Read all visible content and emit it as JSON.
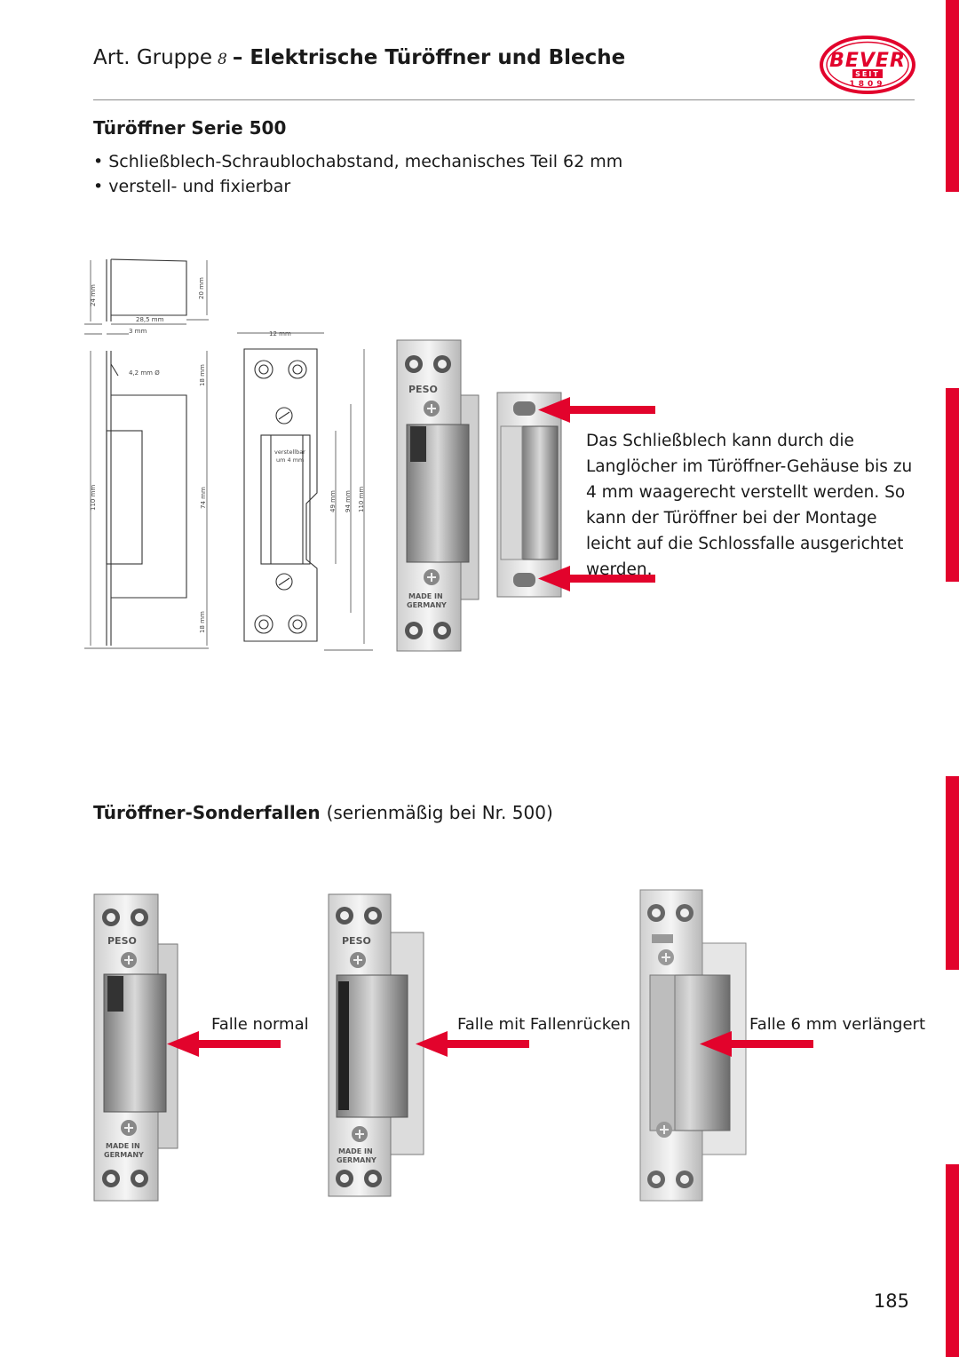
{
  "header": {
    "prefix": "Art. Gruppe",
    "group_number": "8",
    "title": "– Elektrische Türöffner und Bleche"
  },
  "logo": {
    "brand": "BEVER",
    "since_label": "SEIT",
    "year": "1809"
  },
  "series": {
    "heading": "Türöffner Serie 500",
    "bullets": [
      "Schließblech-Schraublochabstand, mechanisches Teil 62 mm",
      "verstell- und fixierbar"
    ]
  },
  "drawing": {
    "d24": "24 mm",
    "d20": "20 mm",
    "d285": "28,5 mm",
    "d3": "3 mm",
    "d12": "12 mm",
    "d42": "4,2 mm Ø",
    "d18a": "18 mm",
    "d18b": "18 mm",
    "d110a": "110 mm",
    "d74": "74 mm",
    "d49": "49 mm",
    "d94": "94 mm",
    "d110b": "110 mm",
    "adjust1": "verstellbar",
    "adjust2": "um 4 mm"
  },
  "photo_labels": {
    "brand": "PESO",
    "made1": "MADE IN",
    "made2": "GERMANY"
  },
  "description": "Das Schließblech kann durch die Langlöcher im Türöffner-Gehäuse bis zu 4 mm waagerecht verstellt werden. So kann der Türöffner bei der Montage leicht auf die Schlossfalle ausgerichtet werden.",
  "special": {
    "heading": "Türöffner-Sonderfallen",
    "note": "(serienmäßig bei Nr. 500)",
    "captions": [
      "Falle normal",
      "Falle mit Fallenrücken",
      "Falle 6 mm verlängert"
    ]
  },
  "page_number": "185",
  "colors": {
    "accent": "#e2032c"
  }
}
